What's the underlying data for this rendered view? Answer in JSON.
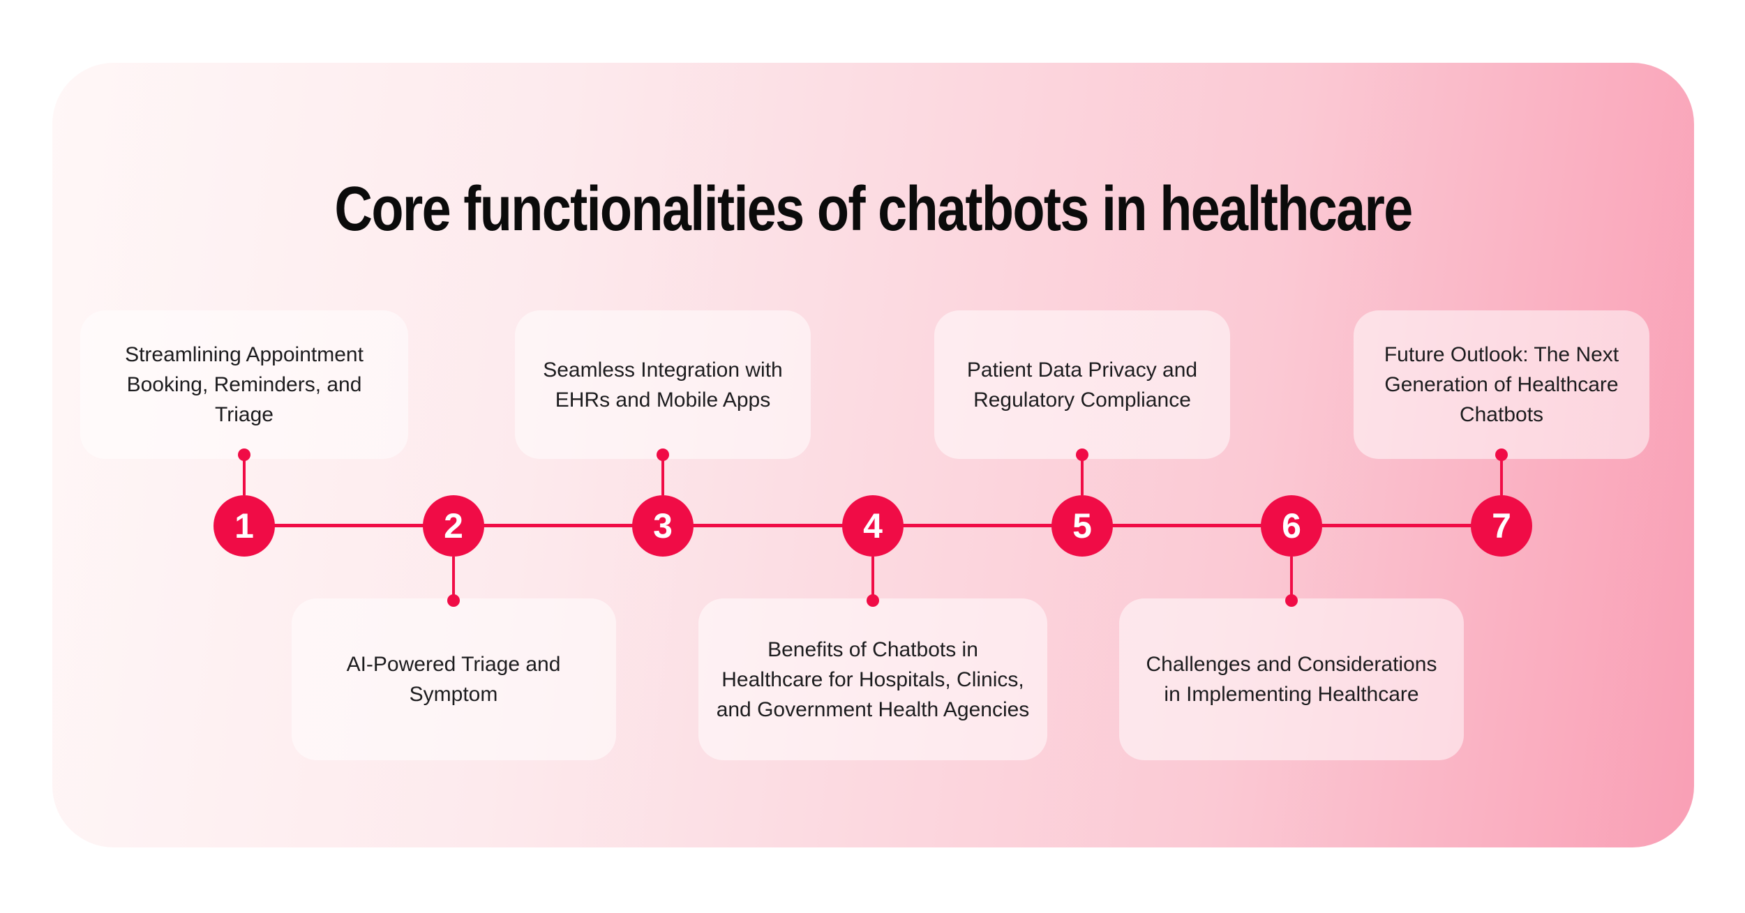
{
  "title": "Core functionalities of chatbots in healthcare",
  "colors": {
    "accent": "#F00C46",
    "background_gradient_start": "#FFF7F7",
    "background_gradient_end": "#F99FB5",
    "card_overlay": "rgba(255,255,255,0.52)",
    "title_text": "#0B0B0B",
    "card_text": "#1C1C1E",
    "node_number_text": "#FFFFFF"
  },
  "timeline": {
    "items": [
      {
        "number": "1",
        "position": "above",
        "label": "Streamlining Appointment Booking, Reminders, and Triage"
      },
      {
        "number": "2",
        "position": "below",
        "label": "AI-Powered Triage and Symptom"
      },
      {
        "number": "3",
        "position": "above",
        "label": "Seamless Integration with EHRs and Mobile Apps"
      },
      {
        "number": "4",
        "position": "below",
        "label": "Benefits of Chatbots in Healthcare for Hospitals, Clinics, and Government Health Agencies"
      },
      {
        "number": "5",
        "position": "above",
        "label": "Patient Data Privacy and Regulatory Compliance"
      },
      {
        "number": "6",
        "position": "below",
        "label": "Challenges and Considerations in Implementing Healthcare"
      },
      {
        "number": "7",
        "position": "above",
        "label": "Future Outlook: The Next Generation of Healthcare Chatbots"
      }
    ]
  }
}
